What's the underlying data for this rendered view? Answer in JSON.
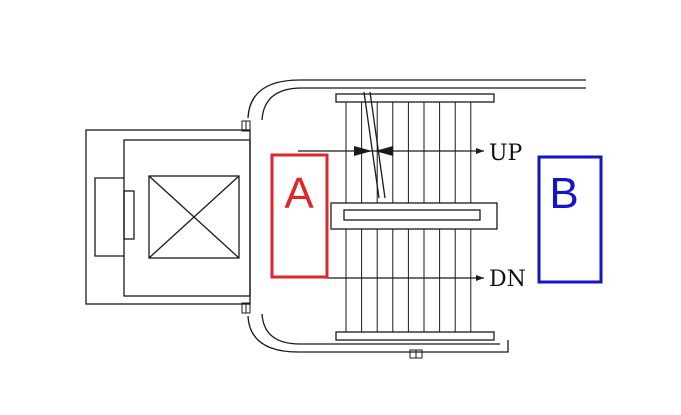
{
  "diagram": {
    "stair_labels": {
      "up": "UP",
      "down": "DN"
    },
    "zones": [
      {
        "letter": "A",
        "color": "#e0262a"
      },
      {
        "letter": "B",
        "color": "#1414c8"
      }
    ],
    "line_color": "#1a1a1a",
    "tread_count": 9
  }
}
